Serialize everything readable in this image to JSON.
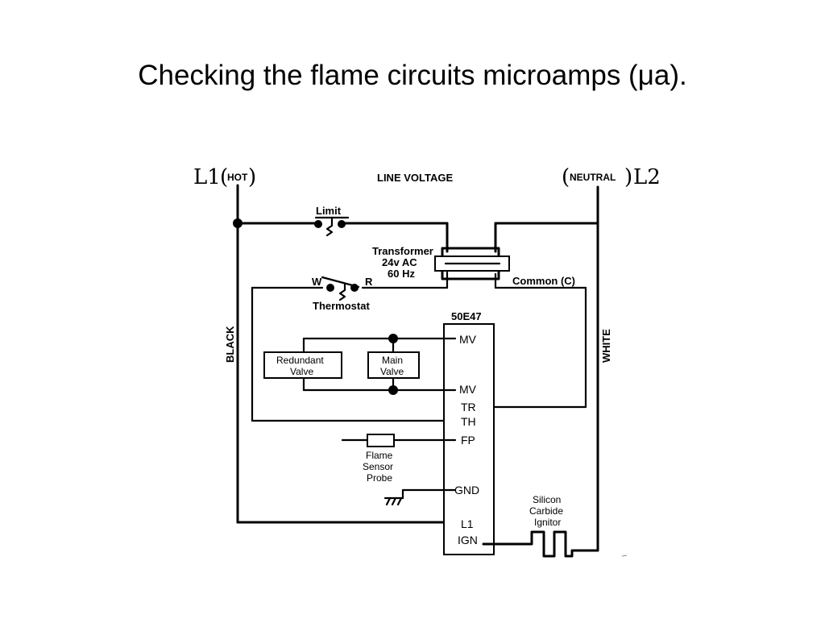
{
  "slide": {
    "title": "Checking the flame circuits microamps (μa)."
  },
  "diagram": {
    "l1": "L1",
    "hot": "HOT",
    "l2": "L2",
    "neutral": "NEUTRAL",
    "line_voltage": "LINE VOLTAGE",
    "black": "BLACK",
    "white": "WHITE",
    "limit": "Limit",
    "transformer": [
      "Transformer",
      "24v AC",
      "60 Hz"
    ],
    "common": "Common (C)",
    "thermostat": "Thermostat",
    "thermostat_w": "W",
    "thermostat_r": "R",
    "module": "50E47",
    "redundant_valve": [
      "Redundant",
      "Valve"
    ],
    "main_valve": [
      "Main",
      "Valve"
    ],
    "pins": {
      "mv1": "MV",
      "mv2": "MV",
      "tr": "TR",
      "th": "TH",
      "fp": "FP",
      "gnd": "GND",
      "l1": "L1",
      "ign": "IGN"
    },
    "flame_sensor": [
      "Flame",
      "Sensor",
      "Probe"
    ],
    "ignitor": [
      "Silicon",
      "Carbide",
      "Ignitor"
    ]
  }
}
